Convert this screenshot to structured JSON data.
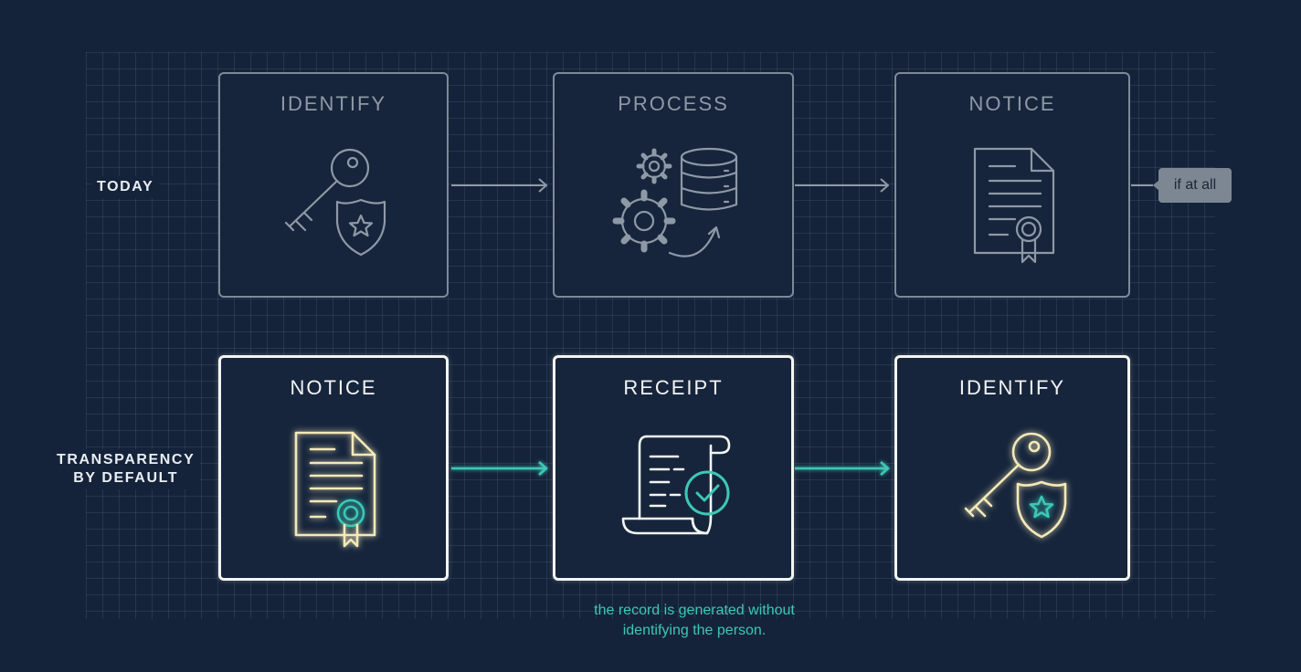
{
  "rows": {
    "today": {
      "label": "TODAY",
      "steps": [
        "IDENTIFY",
        "PROCESS",
        "NOTICE"
      ],
      "callout": "if at all"
    },
    "transparency": {
      "label_line1": "TRANSPARENCY",
      "label_line2": "BY DEFAULT",
      "steps": [
        "NOTICE",
        "RECEIPT",
        "IDENTIFY"
      ],
      "caption_line1": "the record is generated without",
      "caption_line2": "identifying the person."
    }
  },
  "colors": {
    "background": "#15233a",
    "dim_stroke": "#8e99a6",
    "lit_stroke": "#f3f5f2",
    "accent_teal": "#3cc8b4",
    "glow_cream": "#f4e9b8"
  },
  "icons": {
    "today": [
      "key-shield-icon",
      "gears-database-icon",
      "certificate-document-icon"
    ],
    "transparency": [
      "certificate-document-icon",
      "receipt-check-icon",
      "key-shield-icon"
    ]
  }
}
